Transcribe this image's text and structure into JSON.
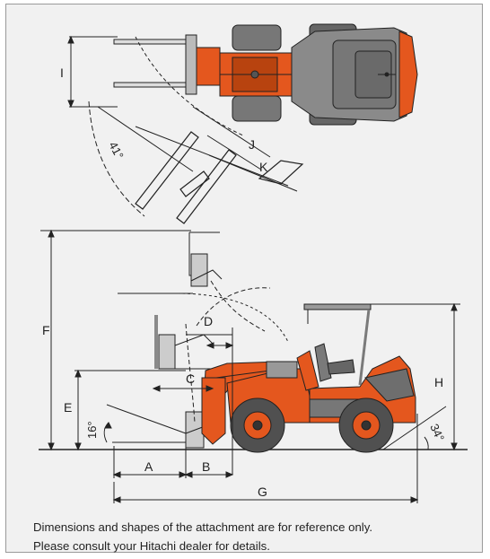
{
  "diagram": {
    "colors": {
      "background": "#f1f1f1",
      "machine_orange": "#e4571e",
      "machine_dark": "#5a5a5a",
      "line": "#222222"
    },
    "dimension_labels": {
      "A": "A",
      "B": "B",
      "C": "C",
      "D": "D",
      "E": "E",
      "F": "F",
      "G": "G",
      "H": "H",
      "I": "I",
      "J": "J",
      "K": "K"
    },
    "angles": {
      "steer": "41°",
      "rollback": "16°",
      "departure": "34°"
    }
  },
  "note": {
    "line1": "Dimensions and shapes of the attachment are for reference only.",
    "line2": "Please consult your Hitachi dealer for details."
  }
}
